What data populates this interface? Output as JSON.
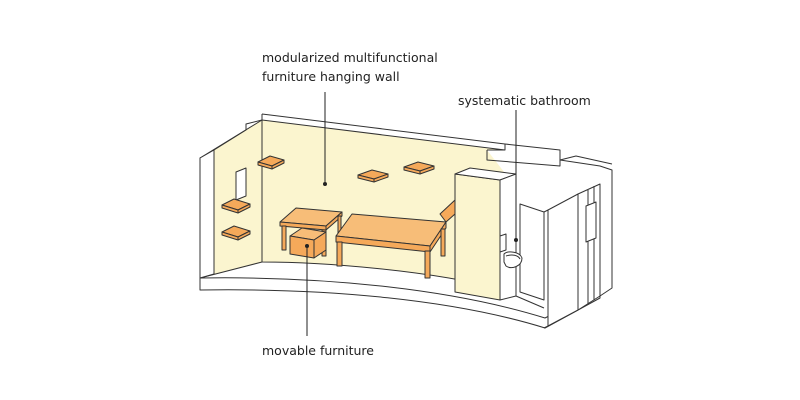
{
  "labels": {
    "wall_line1": "modularized multifunctional",
    "wall_line2": "furniture hanging wall",
    "bathroom": "systematic bathroom",
    "movable": "movable furniture"
  },
  "colors": {
    "wall_fill": "#fbf5cf",
    "furniture_fill": "#f5a95a",
    "furniture_top": "#f7bd78",
    "outline": "#333333",
    "structure_fill": "#ffffff"
  }
}
